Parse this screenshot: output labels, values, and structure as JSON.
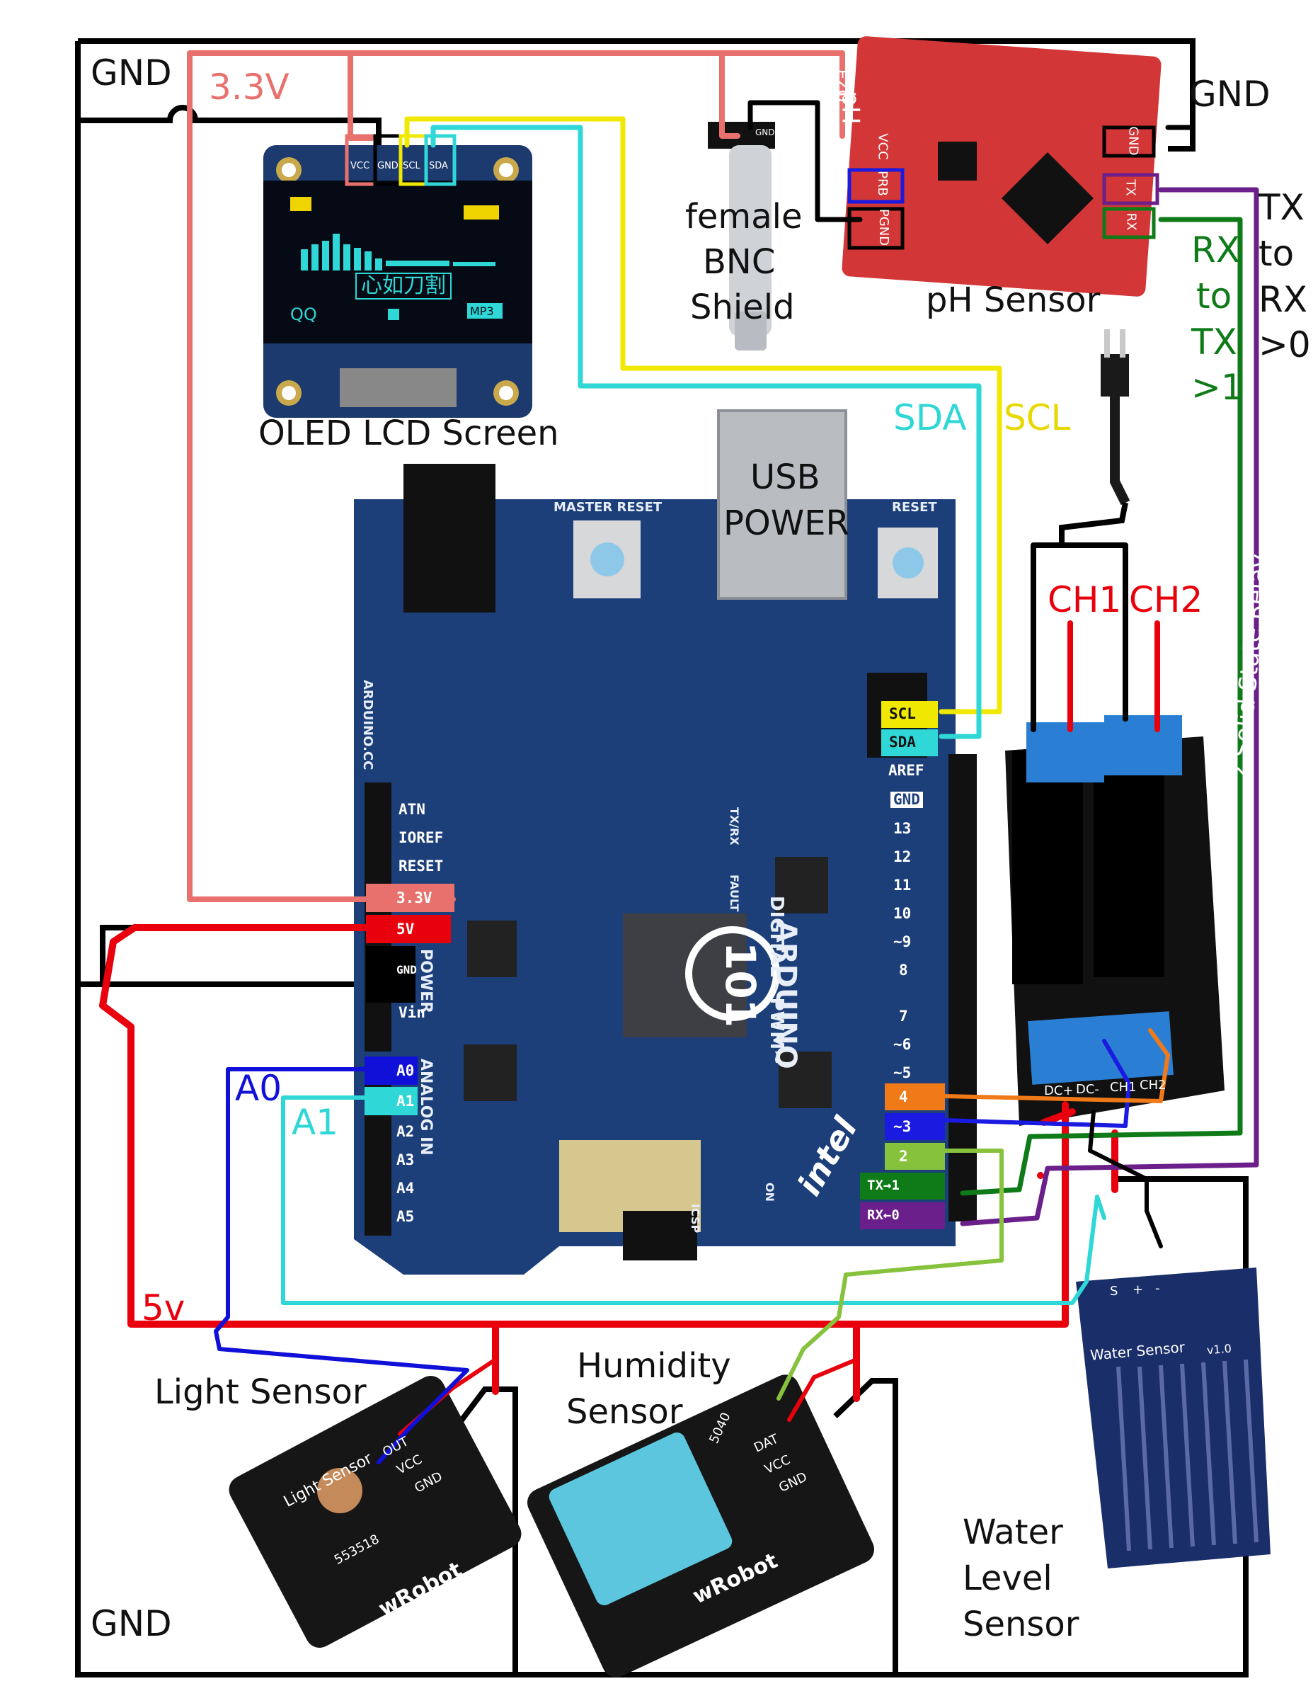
{
  "diagram": {
    "top_labels": {
      "gnd_left": "GND",
      "v33": "3.3V",
      "gnd_right": "GND",
      "gnd_bottom": "GND"
    },
    "serial": {
      "tx_to_rx": [
        "TX",
        "to",
        "RX",
        ">0"
      ],
      "rx_to_tx": [
        "RX",
        "to",
        "TX",
        ">1"
      ]
    },
    "bus_labels": {
      "sda": "SDA",
      "scl": "SCL",
      "a0": "A0",
      "a1": "A1",
      "v5": "5v"
    },
    "relay_labels": {
      "ch1": "CH1",
      "ch2": "CH2"
    },
    "components": {
      "oled": "OLED LCD Screen",
      "bnc": [
        "female",
        "BNC",
        "Shield"
      ],
      "ph": "pH Sensor",
      "usb": [
        "USB",
        "POWER"
      ],
      "light": "Light Sensor",
      "humidity": [
        "Humidity",
        "Sensor"
      ],
      "water": [
        "Water",
        "Level",
        "Sensor"
      ]
    },
    "oled_screen": {
      "song": "心如刀割",
      "left": "QQ",
      "right": "MP3"
    },
    "oled_pins": [
      "VCC",
      "GND",
      "SCL",
      "SDA"
    ],
    "ph_pins": [
      "VCC",
      "PRB",
      "PGND",
      "GND",
      "TX",
      "RX"
    ],
    "ph_board_text": [
      "pH",
      "EZO"
    ],
    "bnc_pins": [
      "GND"
    ],
    "arduino": {
      "brand": "ARDUINO",
      "model": "101",
      "maker": "intel",
      "power_pins": [
        "ATN",
        "IOREF",
        "RESET",
        "3.3V",
        "5V",
        "GND",
        "Vin"
      ],
      "analog_pins": [
        "A0",
        "A1",
        "A2",
        "A3",
        "A4",
        "A5"
      ],
      "digital_pins": [
        "AREF",
        "GND",
        "13",
        "12",
        "11",
        "10",
        "~9",
        "8",
        "7",
        "~6",
        "~5",
        "4",
        "~3",
        "2",
        "TX→1",
        "RX←0"
      ],
      "header_pins": [
        "SCL",
        "SDA"
      ],
      "silkscreen": [
        "MASTER RESET",
        "RESET",
        "DIGITAL - PWM~",
        "POWER",
        "ANALOG IN",
        "ICSP",
        "ARDUINO.CC",
        "TX/RX",
        "FAULT",
        "ON"
      ]
    },
    "relay_board": {
      "title": "2 Solid State Relay",
      "pins": [
        "DC+",
        "DC-",
        "CH1",
        "CH2"
      ]
    },
    "light_sensor": {
      "title": "Light Sensor",
      "brand": "wRobot",
      "code": "553518",
      "pins": [
        "OUT",
        "VCC",
        "GND"
      ]
    },
    "humidity_sensor": {
      "brand": "wRobot",
      "code": "5040",
      "pins": [
        "DAT",
        "VCC",
        "GND"
      ]
    },
    "water_sensor": {
      "title": "Water Sensor",
      "version": "v1.0",
      "pins": [
        "S",
        "+",
        "-"
      ]
    }
  },
  "colors": {
    "gnd": "#000000",
    "v33": "#e8716d",
    "v5": "#e8000c",
    "scl": "#f0e800",
    "sda": "#2fd7d7",
    "a0": "#1010d8",
    "tx": "#6b1f8a",
    "rx": "#0f7a18",
    "d2": "#86c23c",
    "d3": "#1a1ae0",
    "d4": "#f07a18",
    "ph_red": "#d94040",
    "pcb_blue": "#1c3f7a",
    "relay": "#1a1a1a",
    "sensor_board": "#1a1a1a"
  }
}
